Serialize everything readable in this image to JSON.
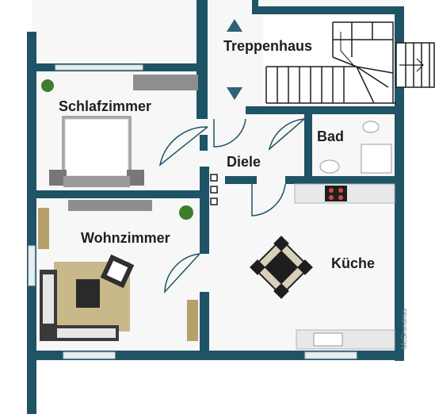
{
  "rooms": {
    "treppenhaus": "Treppenhaus",
    "schlafzimmer": "Schlafzimmer",
    "bad": "Bad",
    "diele": "Diele",
    "wohnzimmer": "Wohnzimmer",
    "kueche": "Küche"
  },
  "watermark": "McGrundriss",
  "colors": {
    "wall": "#1f5366",
    "floor": "#f7f7f7",
    "rug": "#c9b98a",
    "arrow": "#2f6377",
    "counter": "#e8e8e8",
    "plant": "#3e7d2e"
  },
  "icons": [
    "stair-up-arrow-icon",
    "stair-down-arrow-icon",
    "bed-icon",
    "sofa-icon",
    "dining-table-icon",
    "stove-icon",
    "toilet-icon",
    "shower-icon",
    "sink-icon",
    "plant-icon"
  ]
}
